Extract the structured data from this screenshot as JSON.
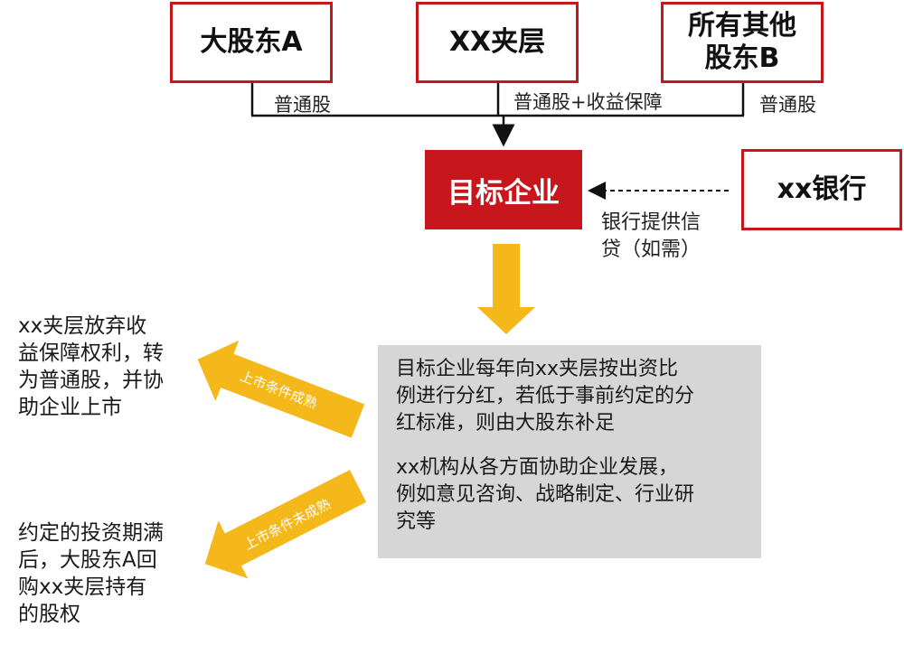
{
  "colors": {
    "accent_red": "#c8161d",
    "arrow_yellow": "#f5b81a",
    "grey_box": "#d6d6d6",
    "line": "#111111"
  },
  "shareholders": {
    "a": "大股东A",
    "mezzanine": "XX夹层",
    "others_line1": "所有其他",
    "others_line2": "股东B"
  },
  "edge_labels": {
    "a": "普通股",
    "mezzanine": "普通股+收益保障",
    "others": "普通股"
  },
  "target": "目标企业",
  "bank": {
    "name": "xx银行",
    "credit_line1": "银行提供信",
    "credit_line2": "贷（如需）"
  },
  "arrows": {
    "listing_success": "上市条件成熟",
    "listing_failure": "上市条件未成熟"
  },
  "outcomes": {
    "success": [
      "xx夹层放弃收",
      "益保障权利，转",
      "为普通股，并协",
      "助企业上市"
    ],
    "failure": [
      "约定的投资期满",
      "后，大股东A回",
      "购xx夹层持有",
      "的股权"
    ]
  },
  "details": {
    "paragraph1": [
      "目标企业每年向xx夹层按出资比",
      "例进行分红，若低于事前约定的分",
      "红标准，则由大股东补足"
    ],
    "paragraph2": [
      "xx机构从各方面协助企业发展，",
      "例如意见咨询、战略制定、行业研",
      "究等"
    ]
  }
}
